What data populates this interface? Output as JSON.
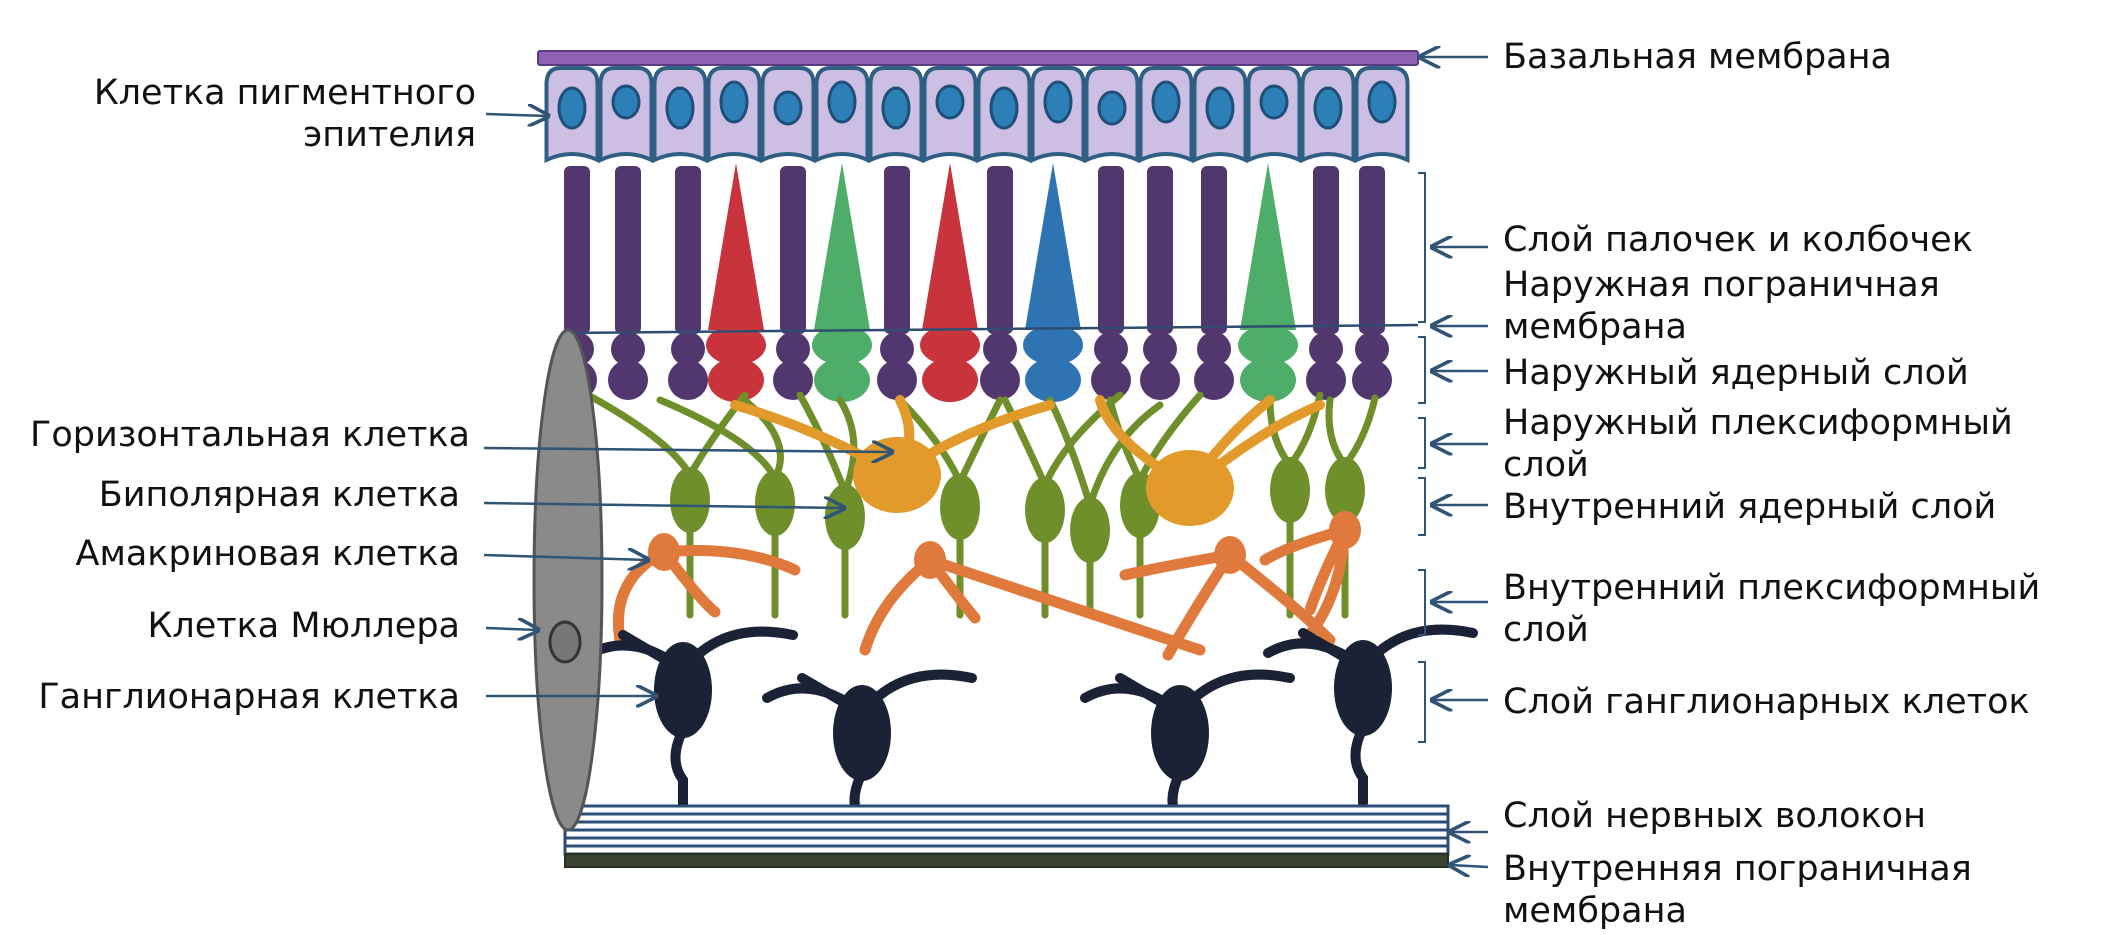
{
  "left_labels": {
    "rpe_cell": [
      "Клетка пигментного",
      "эпителия"
    ],
    "horizontal_cell": "Горизонтальная клетка",
    "bipolar_cell": "Биполярная клетка",
    "amacrine_cell": "Амакриновая клетка",
    "muller_cell": "Клетка Мюллера",
    "ganglion_cell": "Ганглионарная клетка"
  },
  "right_labels": {
    "basal_membrane": "Базальная мембрана",
    "rods_cones_layer": "Слой палочек и колбочек",
    "outer_limiting_membrane": [
      "Наружная пограничная",
      "мембрана"
    ],
    "outer_nuclear_layer": "Наружный ядерный слой",
    "outer_plexiform_layer": [
      "Наружный плексиформный",
      "слой"
    ],
    "inner_nuclear_layer": "Внутренний ядерный слой",
    "inner_plexiform_layer": [
      "Внутренний плексиформный",
      "слой"
    ],
    "ganglion_cell_layer": "Слой ганглионарных клеток",
    "nerve_fiber_layer": "Слой нервных волокон",
    "inner_limiting_membrane": [
      "Внутренняя пограничная",
      "мембрана"
    ]
  },
  "colors": {
    "rod": "#52376f",
    "cone_red": "#c8333c",
    "cone_green": "#4fad6a",
    "cone_blue": "#2e74b2",
    "rpe_fill": "#cdbfe3",
    "rpe_border": "#2f5f82",
    "nucleus": "#2d7fb8",
    "basal_membrane": "#8e63b6",
    "bipolar": "#6f8f2b",
    "horizontal": "#e29a2a",
    "amacrine": "#e07a3c",
    "ganglion": "#1c2236",
    "muller": "#8a8a8a",
    "nerve_fibers": "#2c4c78",
    "inner_limiting_membrane": "#3a4230",
    "arrow": "#2f5475"
  }
}
